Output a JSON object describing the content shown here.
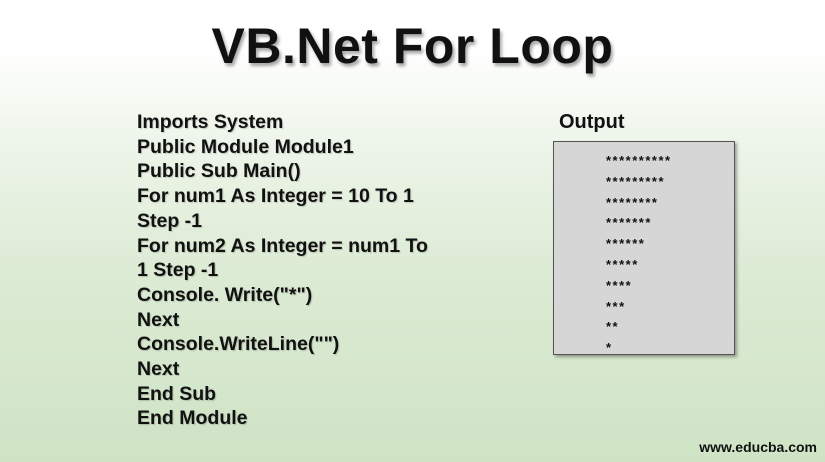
{
  "title": "VB.Net For Loop",
  "code_lines": [
    "Imports System",
    "Public Module Module1",
    "Public Sub Main()",
    "For num1 As Integer = 10 To 1",
    "Step -1",
    "For num2 As Integer = num1 To",
    "1 Step -1",
    "Console. Write(\"*\")",
    "Next",
    "Console.WriteLine(\"\")",
    "Next",
    "End Sub",
    "End Module"
  ],
  "output": {
    "label": "Output",
    "lines": [
      "**********",
      "*********",
      "********",
      "*******",
      "******",
      "*****",
      "****",
      "***",
      "**",
      "*"
    ]
  },
  "footer": "www.educba.com"
}
